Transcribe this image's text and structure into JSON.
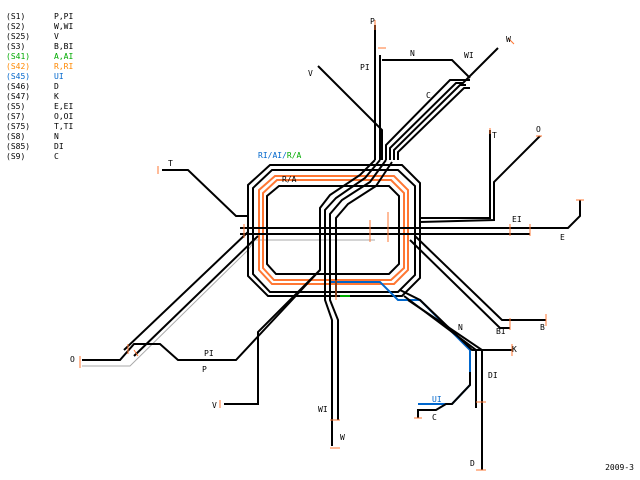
{
  "legend": [
    {
      "code": "(S1)",
      "lines": "P,PI",
      "color": "#000000"
    },
    {
      "code": "(S2)",
      "lines": "W,WI",
      "color": "#000000"
    },
    {
      "code": "(S25)",
      "lines": "V",
      "color": "#000000"
    },
    {
      "code": "(S3)",
      "lines": "B,BI",
      "color": "#000000"
    },
    {
      "code": "(S41)",
      "lines": "A,AI",
      "color": "#00aa00"
    },
    {
      "code": "(S42)",
      "lines": "R,RI",
      "color": "#ff8800"
    },
    {
      "code": "(S45)",
      "lines": "UI",
      "color": "#0066cc"
    },
    {
      "code": "(S46)",
      "lines": "D",
      "color": "#000000"
    },
    {
      "code": "(S47)",
      "lines": "K",
      "color": "#000000"
    },
    {
      "code": "(S5)",
      "lines": "E,EI",
      "color": "#000000"
    },
    {
      "code": "(S7)",
      "lines": "O,OI",
      "color": "#000000"
    },
    {
      "code": "(S75)",
      "lines": "T,TI",
      "color": "#000000"
    },
    {
      "code": "(S8)",
      "lines": "N",
      "color": "#000000"
    },
    {
      "code": "(S85)",
      "lines": "DI",
      "color": "#000000"
    },
    {
      "code": "(S9)",
      "lines": "C",
      "color": "#000000"
    }
  ],
  "map_labels": {
    "p": "P",
    "pi": "PI",
    "n": "N",
    "wi": "WI",
    "w": "W",
    "v_top": "V",
    "c_top": "C",
    "t_right": "T",
    "o_right": "O",
    "t_left": "T",
    "ei": "EI",
    "e": "E",
    "ri_ai_r_a": "RI/AI/R/A",
    "r_a": "R/A",
    "bi": "BI",
    "b": "B",
    "n_right": "N",
    "k": "K",
    "di": "DI",
    "ui": "UI",
    "c_bottom": "C",
    "d": "D",
    "o_left": "O",
    "pi_bottom": "PI",
    "p_bottom": "P",
    "v_bottom": "V",
    "wi_bottom": "WI",
    "w_bottom": "W"
  },
  "version": "2009-3",
  "colors": {
    "line": "#000000",
    "ring_orange": "#ff7733",
    "ring_blue": "#0066cc",
    "green": "#00aa00",
    "grey": "#aaaaaa",
    "stop": "#ff7733"
  }
}
